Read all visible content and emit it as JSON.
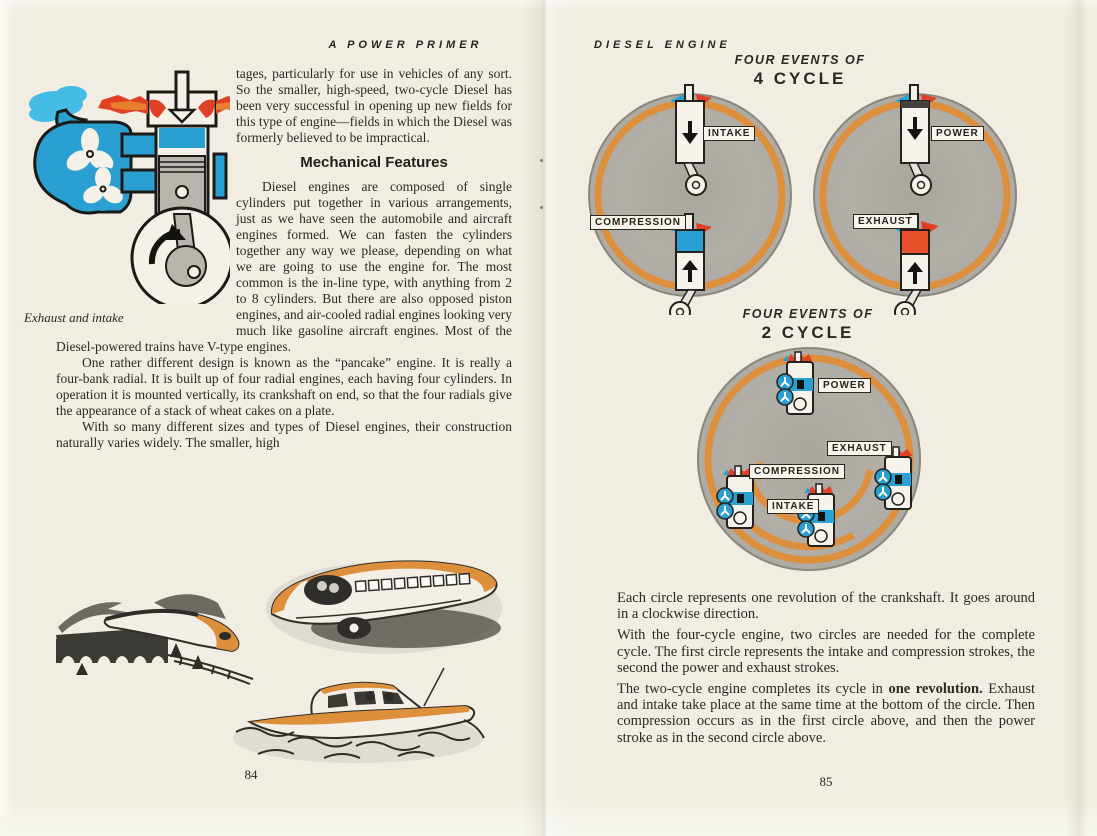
{
  "left_page": {
    "running_head": "A POWER PRIMER",
    "figure_caption": "Exhaust and intake",
    "paragraph_continued": "tages, particularly for use in vehicles of any sort. So the smaller, high-speed, two-cycle Diesel has been very successful in opening up new fields for this type of engine—fields in which the Diesel was formerly believed to be impractical.",
    "section_heading": "Mechanical Features",
    "paragraphs": [
      "Diesel engines are composed of single cylinders put together in various arrangements, just as we have seen the automobile and aircraft engines formed. We can fasten the cylinders together any way we please, depending on what we are going to use the engine for. The most common is the in-line type, with anything from 2 to 8 cylinders. But there are also opposed piston engines, and air-cooled radial engines looking very much like gasoline aircraft engines. Most of the Diesel-powered trains have V-type engines.",
      "One rather different design is known as the “pancake” engine. It is really a four-bank radial. It is built up of four radial engines, each having four cylinders. In operation it is mounted vertically, its crankshaft on end, so that the four radials give the appearance of a stack of wheat cakes on a plate.",
      "With so many different sizes and types of Diesel engines, their construction naturally varies widely. The smaller, high"
    ],
    "page_number": "84"
  },
  "right_page": {
    "running_head": "DIESEL ENGINE",
    "four_cycle": {
      "title_line1": "FOUR EVENTS OF",
      "title_line2": "4 CYCLE",
      "circle1": {
        "top_label": "INTAKE",
        "bottom_label": "COMPRESSION"
      },
      "circle2": {
        "top_label": "POWER",
        "bottom_label": "EXHAUST"
      }
    },
    "two_cycle": {
      "title_line1": "FOUR EVENTS OF",
      "title_line2": "2 CYCLE",
      "top_label": "POWER",
      "right_label": "EXHAUST",
      "left_label": "COMPRESSION",
      "bottom_label": "INTAKE"
    },
    "para1": "Each circle represents one revolution of the crankshaft. It goes around in a clockwise direction.",
    "para2": "With the four-cycle engine, two circles are needed for the complete cycle.  The first circle represents the intake and compression strokes, the second the power and exhaust strokes.",
    "para3_before": "The two-cycle engine completes its cycle in ",
    "para3_bold": "one revolution.",
    "para3_after": " Exhaust and intake take place at the same time at the bottom of the circle.  Then compression occurs as in the first circle above, and then the power stroke as in the second circle above.",
    "page_number": "85"
  },
  "colors": {
    "paper": "#f1ede2",
    "ink": "#2b2925",
    "accent_orange": "#dd8f3c",
    "engine_blue": "#2a9fd1",
    "exhaust_red": "#e04124",
    "intake_cyan": "#45bce6",
    "disc_gray": "#b5b2ac"
  }
}
